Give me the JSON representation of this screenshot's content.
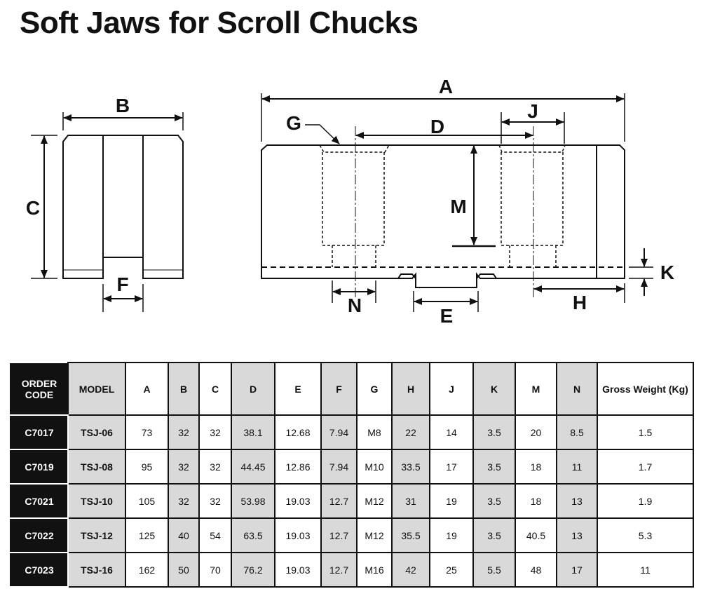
{
  "title": "Soft Jaws for Scroll Chucks",
  "dimension_labels": {
    "A": "A",
    "B": "B",
    "C": "C",
    "D": "D",
    "E": "E",
    "F": "F",
    "G": "G",
    "H": "H",
    "J": "J",
    "K": "K",
    "M": "M",
    "N": "N"
  },
  "table": {
    "headers": [
      "ORDER CODE",
      "MODEL",
      "A",
      "B",
      "C",
      "D",
      "E",
      "F",
      "G",
      "H",
      "J",
      "K",
      "M",
      "N",
      "Gross Weight (Kg)"
    ],
    "rows": [
      [
        "C7017",
        "TSJ-06",
        "73",
        "32",
        "32",
        "38.1",
        "12.68",
        "7.94",
        "M8",
        "22",
        "14",
        "3.5",
        "20",
        "8.5",
        "1.5"
      ],
      [
        "C7019",
        "TSJ-08",
        "95",
        "32",
        "32",
        "44.45",
        "12.86",
        "7.94",
        "M10",
        "33.5",
        "17",
        "3.5",
        "18",
        "11",
        "1.7"
      ],
      [
        "C7021",
        "TSJ-10",
        "105",
        "32",
        "32",
        "53.98",
        "19.03",
        "12.7",
        "M12",
        "31",
        "19",
        "3.5",
        "18",
        "13",
        "1.9"
      ],
      [
        "C7022",
        "TSJ-12",
        "125",
        "40",
        "54",
        "63.5",
        "19.03",
        "12.7",
        "M12",
        "35.5",
        "19",
        "3.5",
        "40.5",
        "13",
        "5.3"
      ],
      [
        "C7023",
        "TSJ-16",
        "162",
        "50",
        "70",
        "76.2",
        "19.03",
        "12.7",
        "M16",
        "42",
        "25",
        "5.5",
        "48",
        "17",
        "11"
      ]
    ]
  },
  "colors": {
    "header_dark": "#111111",
    "shaded_column": "#d9d9d9"
  }
}
